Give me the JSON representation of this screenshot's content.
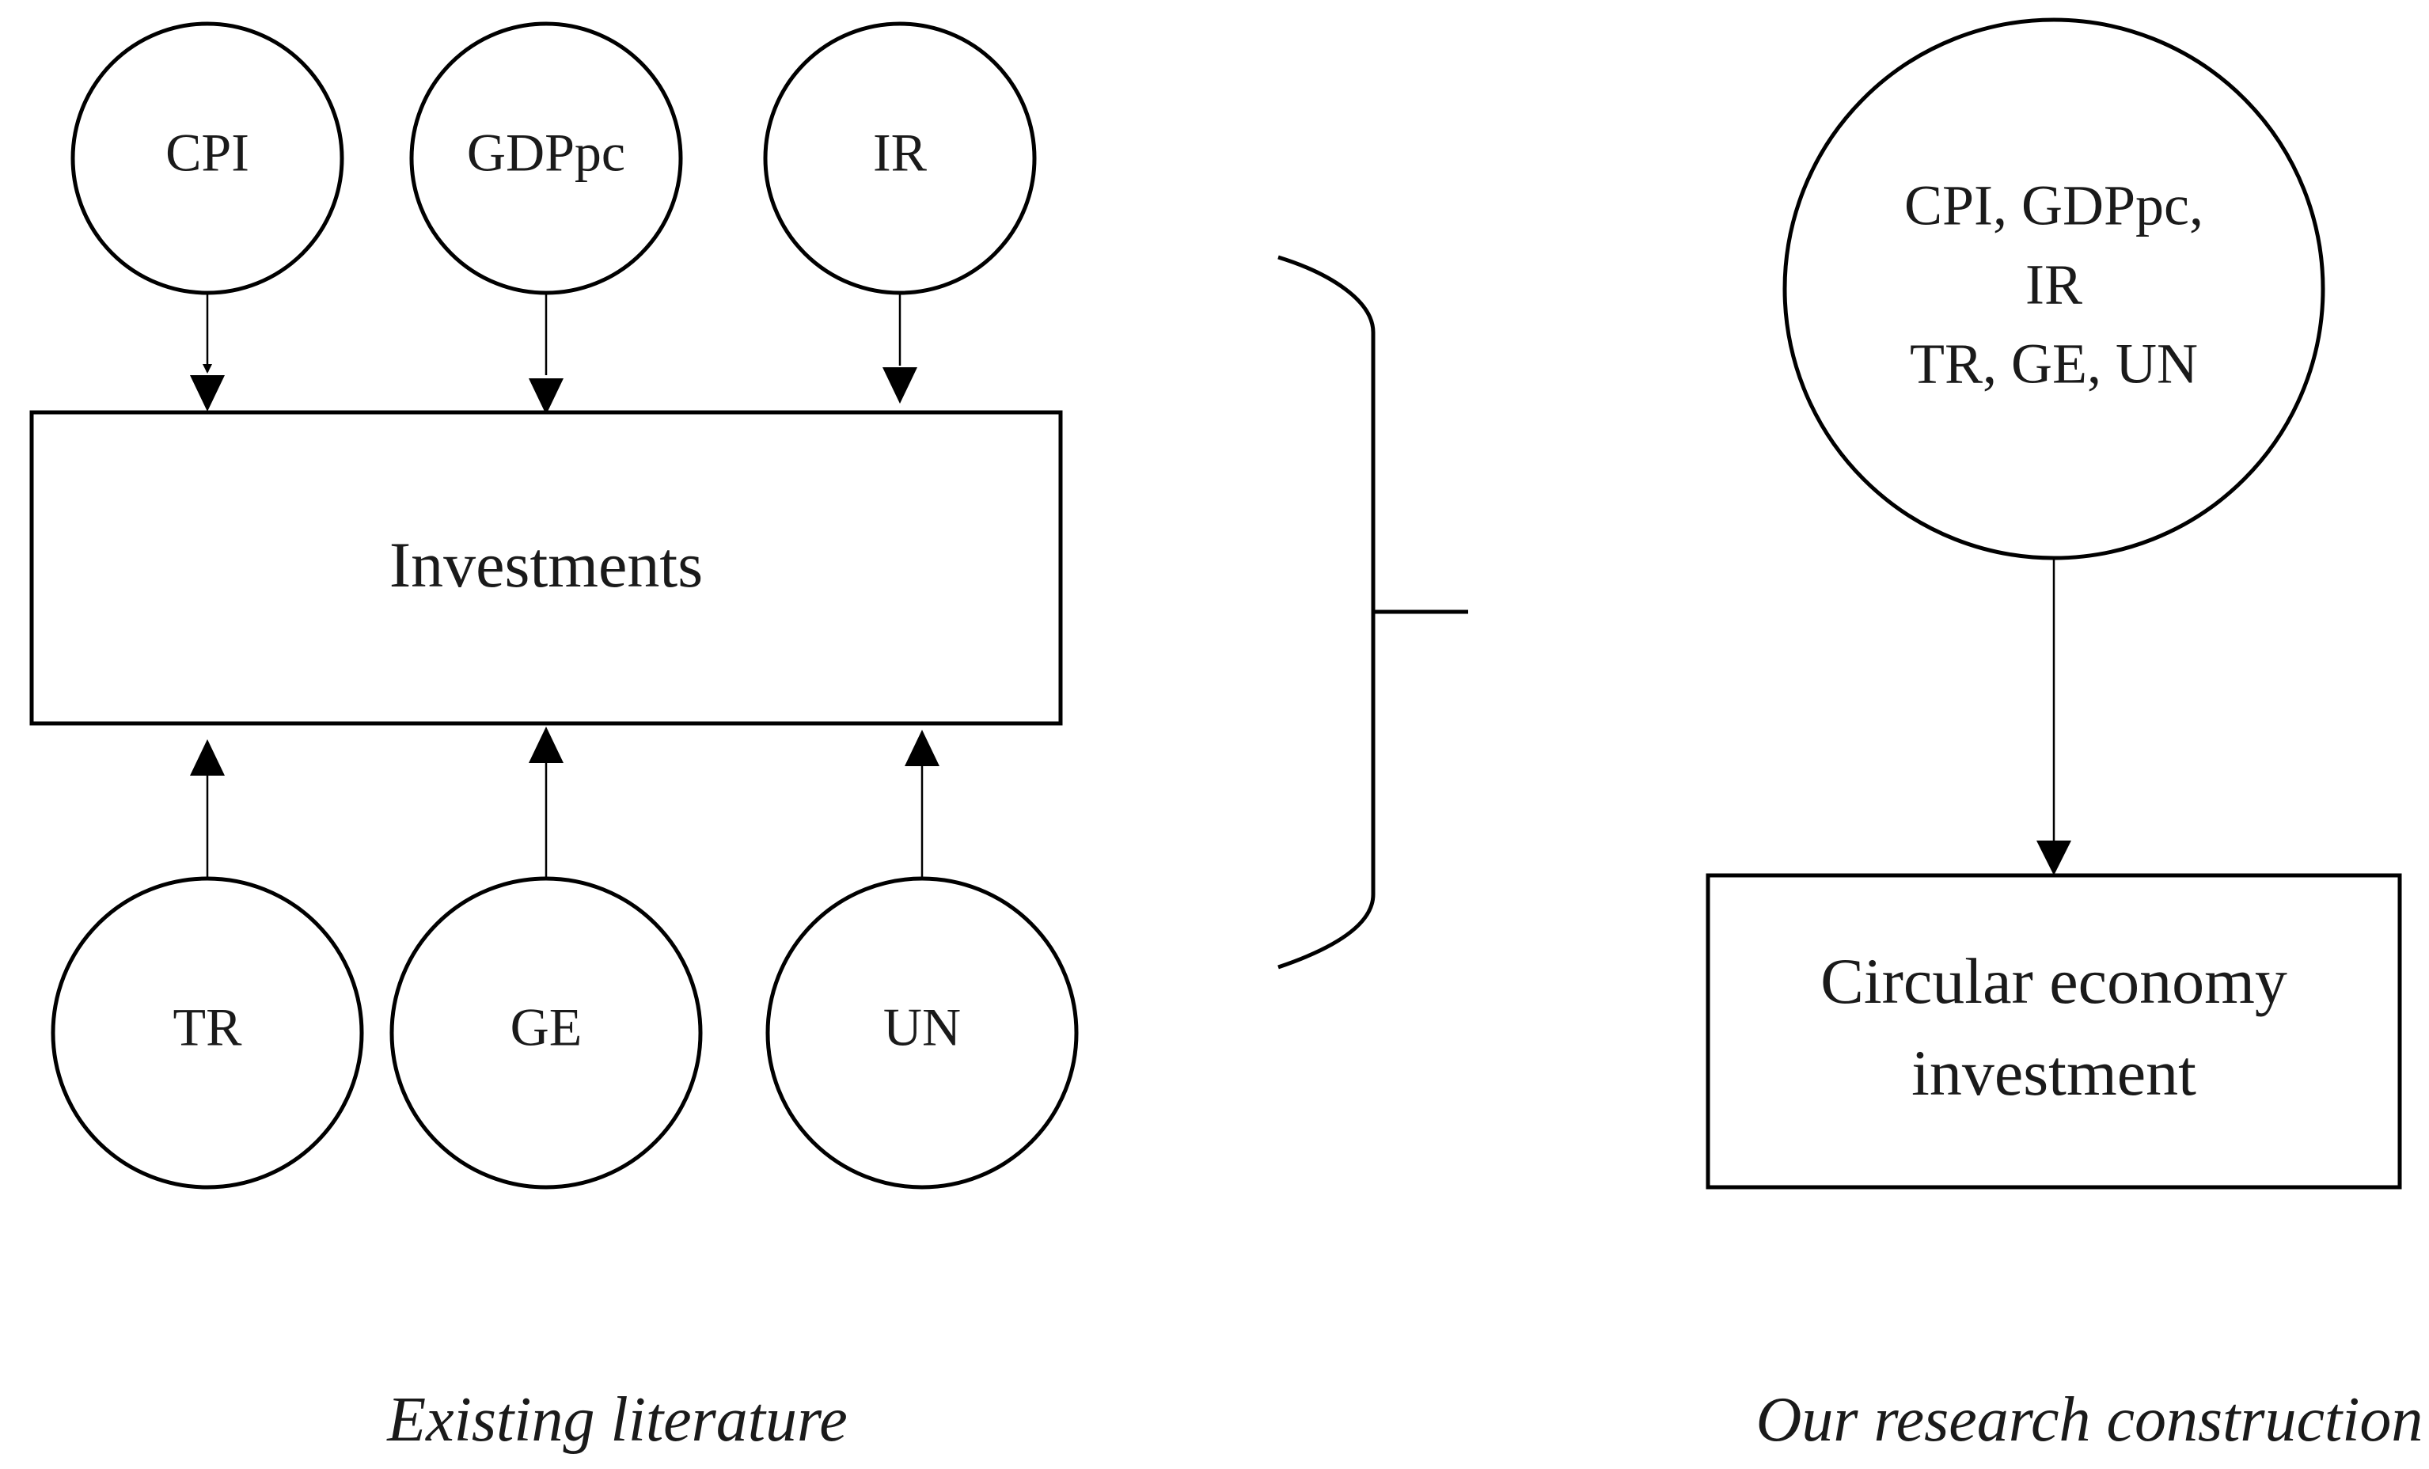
{
  "diagram": {
    "left_panel": {
      "top_nodes": [
        {
          "label": "CPI"
        },
        {
          "label": "GDPpc"
        },
        {
          "label": "IR"
        }
      ],
      "center_box": {
        "label": "Investments"
      },
      "bottom_nodes": [
        {
          "label": "TR"
        },
        {
          "label": "GE"
        },
        {
          "label": "UN"
        }
      ],
      "caption": "Existing literature"
    },
    "right_panel": {
      "combined_node": {
        "lines": [
          "CPI, GDPpc,",
          "IR",
          "TR, GE, UN"
        ]
      },
      "target_box": {
        "lines": [
          "Circular economy",
          "investment"
        ]
      },
      "caption": "Our research construction"
    },
    "colors": {
      "stroke": "#000000",
      "text": "#1a1a1a",
      "background": "#ffffff"
    }
  }
}
